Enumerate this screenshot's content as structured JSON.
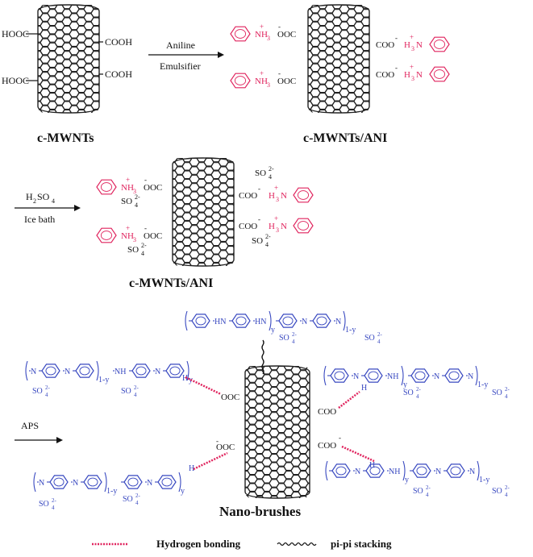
{
  "colors": {
    "black": "#111111",
    "pink": "#e0245e",
    "blue": "#3848c0",
    "tube": "#222222"
  },
  "panel1": {
    "cooh_tl": "HOOC",
    "cooh_tr1": "COOH",
    "cooh_tr2": "COOH",
    "cooh_bl": "HOOC",
    "label": "c-MWNTs",
    "arrow_top": "Aniline",
    "arrow_bottom": "Emulsifier"
  },
  "panel2": {
    "nh3": "NH",
    "sub3": "3",
    "plus": "+",
    "minus": "-",
    "ooc": "OOC",
    "coo": "COO",
    "h3n": "H",
    "h3n_n": "N",
    "label": "c-MWNTs/ANI"
  },
  "panel3": {
    "arrow_top_a": "H",
    "arrow_top_sub": "2",
    "arrow_top_b": "SO",
    "arrow_top_sub2": "4",
    "arrow_bottom": "Ice bath",
    "so4": "SO",
    "so4_sub": "4",
    "so4_sup": "2-",
    "label": "c-MWNTs/ANI"
  },
  "panel4": {
    "arrow_label": "APS",
    "hn": "HN",
    "nh": "NH",
    "n": "N",
    "h": "H",
    "y": "y",
    "one_minus_y": "1-y",
    "ooc": "OOC",
    "coo": "COO",
    "label": "Nano-brushes"
  },
  "legend": {
    "hbond": "Hydrogen bonding",
    "pipi": "pi-pi stacking"
  }
}
